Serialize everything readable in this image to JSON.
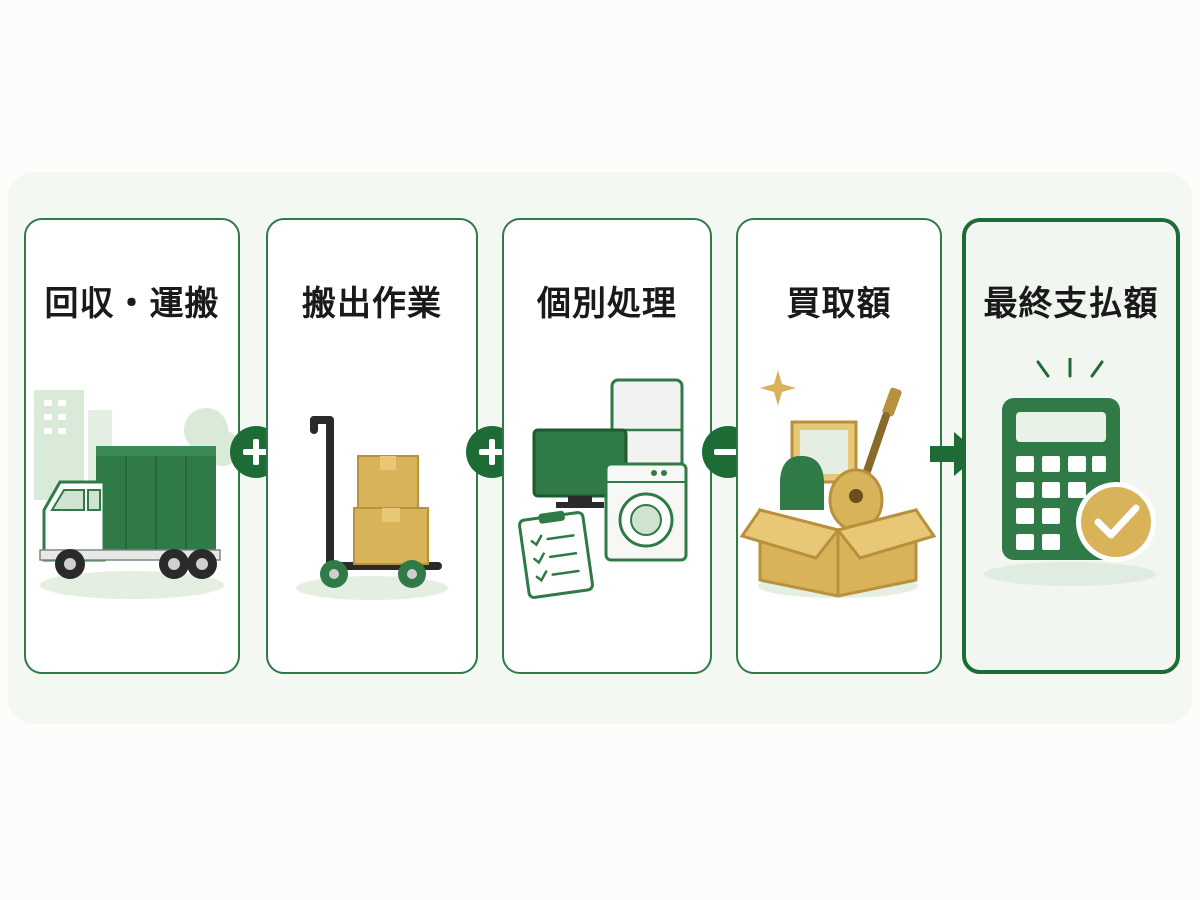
{
  "steps": [
    {
      "title": "回収・運搬"
    },
    {
      "title": "搬出作業"
    },
    {
      "title": "個別処理"
    },
    {
      "title": "買取額"
    },
    {
      "title": "最終支払額"
    }
  ],
  "operators": [
    "plus",
    "plus",
    "minus",
    "arrow"
  ],
  "colors": {
    "accent": "#1d6b35",
    "border": "#2f7a46",
    "panel": "#f4f8f3",
    "gold": "#d8b35a"
  }
}
